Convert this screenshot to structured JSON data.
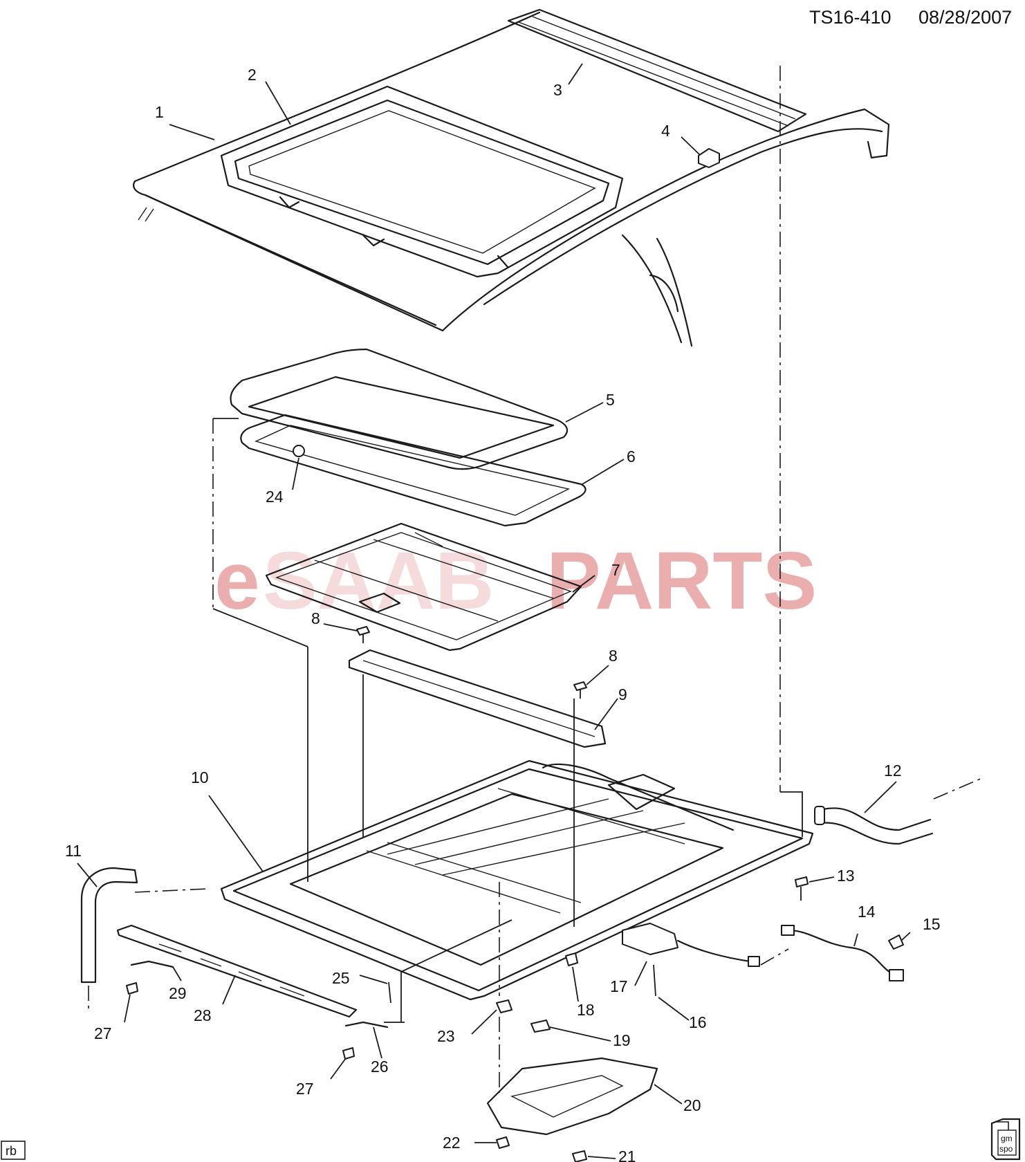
{
  "header": {
    "drawing_id": "TS16-410",
    "date": "08/28/2007"
  },
  "watermark": {
    "prefix": "e",
    "middle": "SAAB",
    "suffix": "PARTS",
    "color": "#e8a0a0"
  },
  "callouts": [
    "1",
    "2",
    "3",
    "4",
    "5",
    "6",
    "7",
    "8",
    "8",
    "9",
    "10",
    "11",
    "12",
    "13",
    "14",
    "15",
    "16",
    "17",
    "18",
    "19",
    "20",
    "21",
    "22",
    "23",
    "24",
    "25",
    "26",
    "27",
    "27",
    "28",
    "29"
  ],
  "footer": {
    "initials": "rb",
    "logo_line1": "gm",
    "logo_line2": "spo"
  }
}
